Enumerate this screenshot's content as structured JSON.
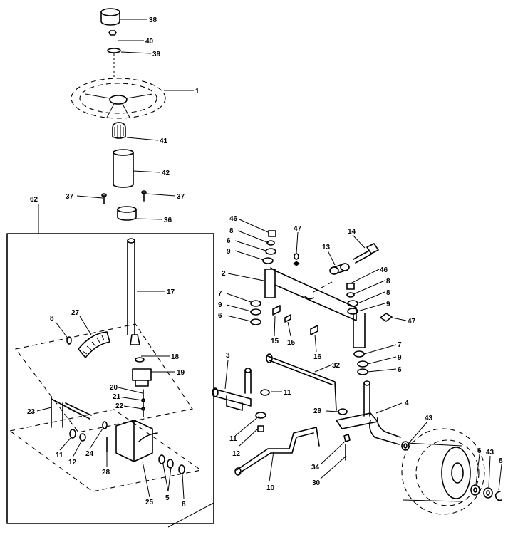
{
  "callouts": {
    "c38": "38",
    "c40": "40",
    "c39": "39",
    "c1": "1",
    "c41": "41",
    "c42": "42",
    "c37a": "37",
    "c37b": "37",
    "c36": "36",
    "c62": "62",
    "c17": "17",
    "c27": "27",
    "c8a": "8",
    "c18": "18",
    "c19": "19",
    "c20": "20",
    "c21": "21",
    "c22": "22",
    "c23": "23",
    "c11a": "11",
    "c12a": "12",
    "c24": "24",
    "c28": "28",
    "c25": "25",
    "c5a": "5",
    "c8b": "8",
    "c46a": "46",
    "c8c": "8",
    "c6a": "6",
    "c9a": "9",
    "c47a": "47",
    "c13": "13",
    "c14": "14",
    "c2": "2",
    "c7a": "7",
    "c9b": "9",
    "c6b": "6",
    "c15a": "15",
    "c15b": "15",
    "c16": "16",
    "c46b": "46",
    "c8d": "8",
    "c8e": "8",
    "c9c": "9",
    "c47b": "47",
    "c7b": "7",
    "c9d": "9",
    "c6c": "6",
    "c3": "3",
    "c11b": "11",
    "c11c": "11",
    "c12b": "12",
    "c32": "32",
    "c29": "29",
    "c4": "4",
    "c34": "34",
    "c30": "30",
    "c10": "10",
    "c43a": "43",
    "c6d": "6",
    "c43b": "43",
    "c8f": "8"
  }
}
